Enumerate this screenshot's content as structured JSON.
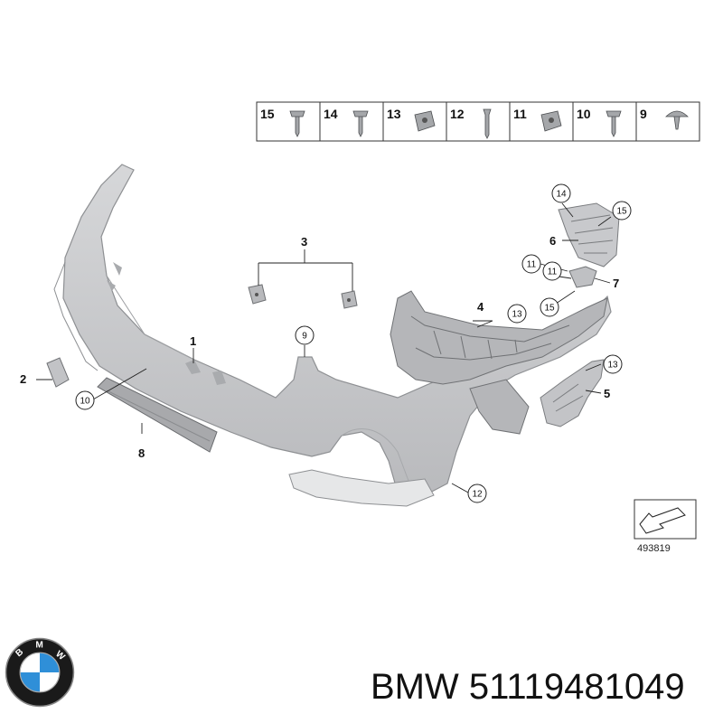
{
  "fasteners": [
    {
      "number": "15",
      "kind": "screw"
    },
    {
      "number": "14",
      "kind": "screw"
    },
    {
      "number": "13",
      "kind": "clip-nut"
    },
    {
      "number": "12",
      "kind": "pin"
    },
    {
      "number": "11",
      "kind": "clip-nut"
    },
    {
      "number": "10",
      "kind": "screw"
    },
    {
      "number": "9",
      "kind": "rivet"
    }
  ],
  "callouts": {
    "c14": "14",
    "c15": "15",
    "c11a": "11",
    "c11b": "11",
    "c15b": "15",
    "c13a": "13",
    "c13b": "13",
    "c9": "9",
    "c10": "10",
    "c12": "12"
  },
  "labels": {
    "l3": "3",
    "l6": "6",
    "l7": "7",
    "l4": "4",
    "l5": "5",
    "l1": "1",
    "l2": "2",
    "l8": "8"
  },
  "diagram_ref": "493819",
  "caption": "BMW 51119481049",
  "logo_letters": "BMW",
  "colors": {
    "part_fill": "#c9cacc",
    "part_stroke": "#8e9093",
    "logo_blue": "#2f8fd8",
    "logo_ring": "#1a1a1a"
  }
}
